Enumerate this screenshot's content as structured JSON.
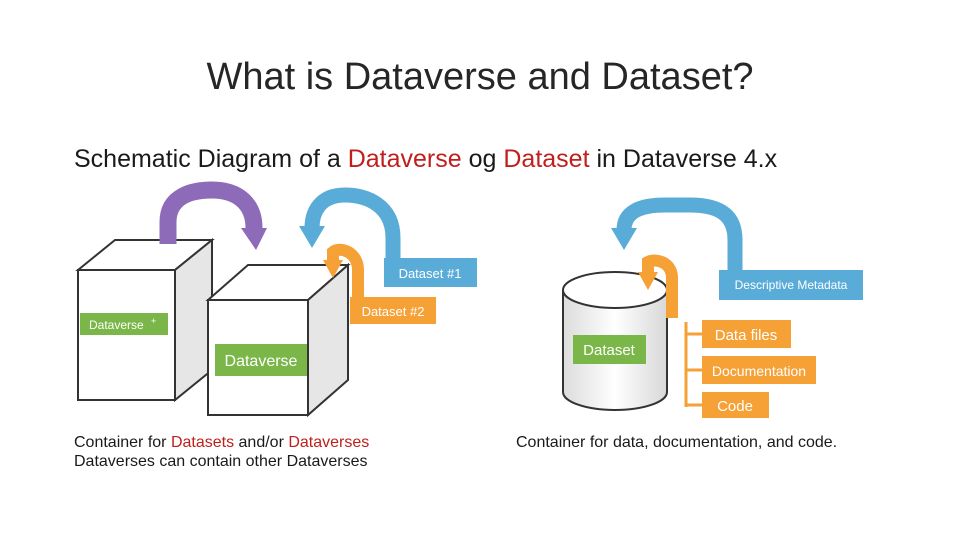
{
  "slide": {
    "title": "What is Dataverse and Dataset?",
    "subtitle": {
      "part1": "Schematic Diagram of a ",
      "dataverse": "Dataverse",
      "part2": " og ",
      "dataset": "Dataset",
      "part3": " in Dataverse 4.x"
    }
  },
  "left_diagram": {
    "small_cube_label": "Dataverse",
    "small_cube_label_mark": "+",
    "large_cube_label": "Dataverse",
    "dataset1_label": "Dataset #1",
    "dataset2_label": "Dataset #2"
  },
  "right_diagram": {
    "cylinder_label": "Dataset",
    "metadata_label": "Descriptive Metadata",
    "items": [
      "Data files",
      "Documentation",
      "Code"
    ]
  },
  "captions": {
    "left_line1_a": "Container for ",
    "left_line1_datasets": "Datasets",
    "left_line1_b": " and/or ",
    "left_line1_dataverses": "Dataverses",
    "left_line2": "Dataverses can contain other Dataverses",
    "right": "Container for data, documentation, and code."
  },
  "colors": {
    "accent_red": "#c0201d",
    "green": "#7ab648",
    "blue": "#5aacd8",
    "orange": "#f5a136",
    "purple": "#8e6bb8"
  }
}
